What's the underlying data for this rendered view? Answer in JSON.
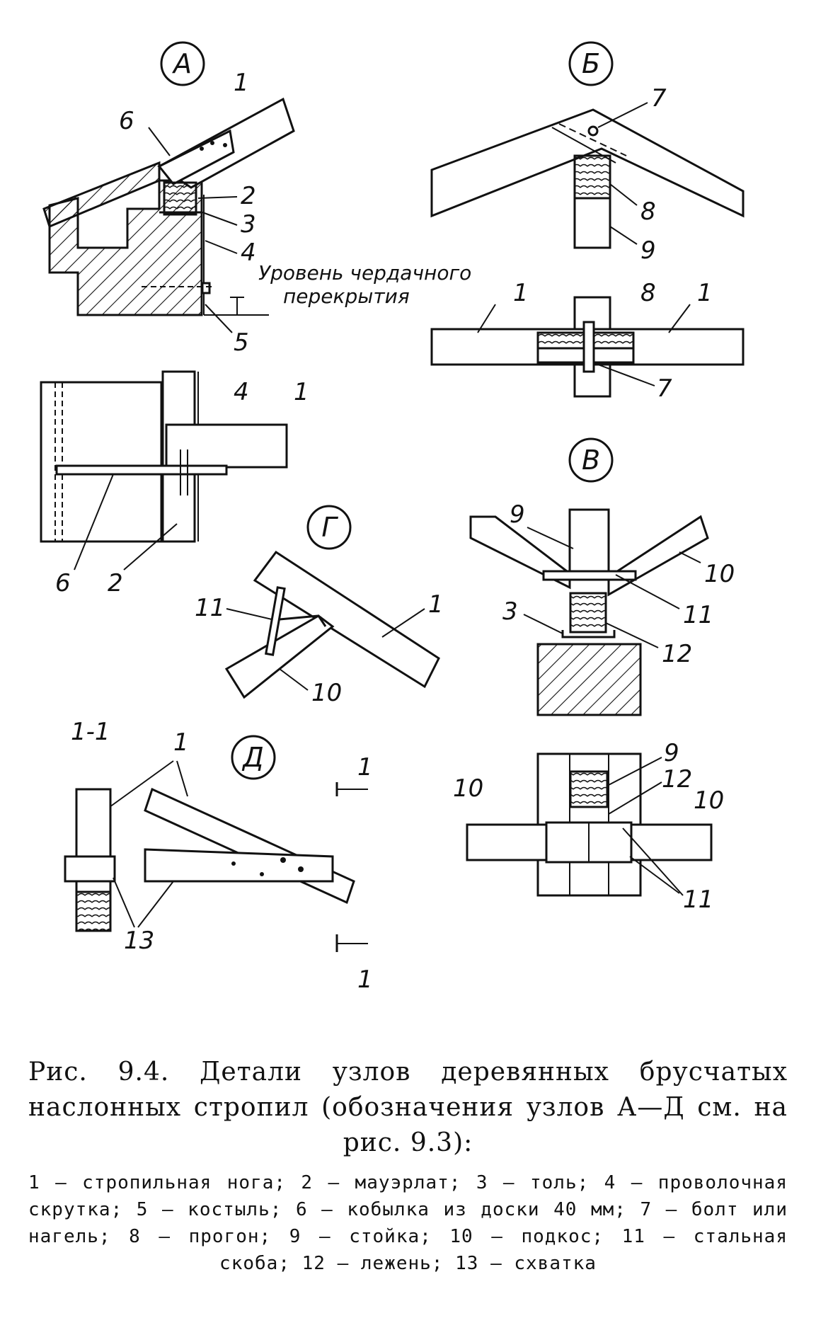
{
  "figure": {
    "node_labels": {
      "A": "А",
      "B": "Б",
      "V": "В",
      "G": "Г",
      "D": "Д"
    },
    "section_label": "1-1",
    "attic_level_line1": "Уровень чердачного",
    "attic_level_line2": "перекрытия",
    "numbers": {
      "n1": "1",
      "n2": "2",
      "n3": "3",
      "n4": "4",
      "n5": "5",
      "n6": "6",
      "n7": "7",
      "n8": "8",
      "n9": "9",
      "n10": "10",
      "n11": "11",
      "n12": "12",
      "n13": "13"
    }
  },
  "caption": {
    "title": "Рис. 9.4. Детали узлов деревянных брусчатых наслонных стропил (обозначения узлов А—Д см. на рис. 9.3):",
    "legend": "1 — стропильная нога; 2 — мауэрлат; 3 — толь; 4 — проволочная скрутка; 5 — костыль; 6 — кобылка из доски 40 мм; 7 — болт или нагель; 8 — прогон; 9 — стойка; 10 — подкос; 11 — стальная скоба; 12 — лежень; 13 — схватка"
  }
}
